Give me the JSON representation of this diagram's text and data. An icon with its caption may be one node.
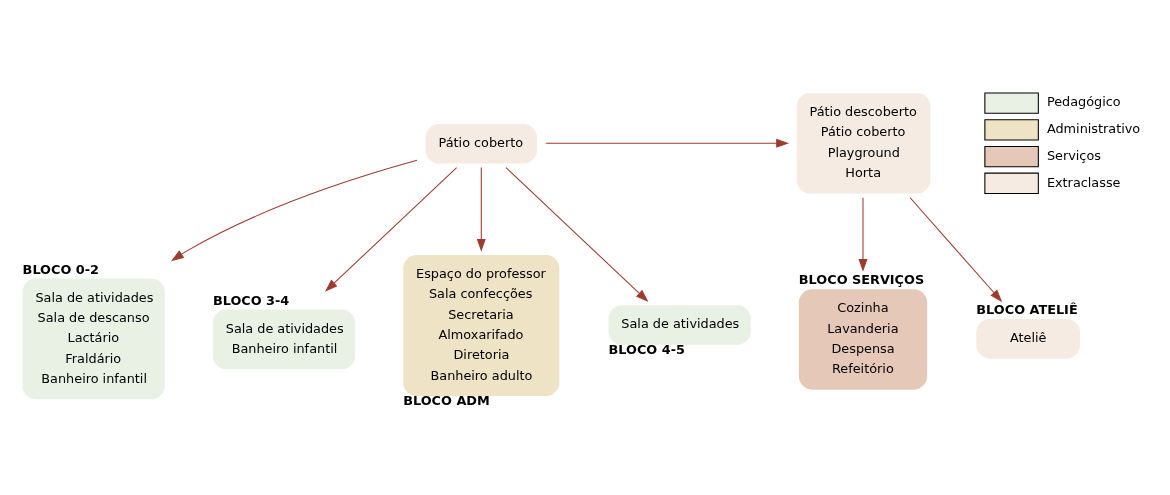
{
  "diagram": {
    "nodes": [
      {
        "text": [
          "BLOCO 0-2",
          "Sala de atividades",
          "Sala de descanso",
          "Lactário",
          "Fraldário",
          "Banheiro infantil"
        ]
      },
      {
        "text": [
          "BLOCO 3-4",
          "Sala de atividades",
          "Banheiro infantil"
        ]
      },
      {
        "text": [
          "BLOCO SERVIÇOS",
          "Cozinha",
          "Lavanderia",
          "Despensa",
          "Refeitório"
        ]
      },
      {
        "text": [
          "BLOCO ATELIÊ",
          "Ateliê"
        ]
      },
      {
        "text": [
          "Pátio coberto"
        ]
      },
      {
        "text": [
          "Pátio descoberto",
          "Pátio coberto",
          "Playground",
          "Horta"
        ]
      },
      {
        "text": [
          "Espaço do professor",
          "Sala confecções",
          "Secretaria",
          "Almoxarifado",
          "Diretoria",
          "Banheiro adulto",
          "BLOCO ADM"
        ]
      },
      {
        "text": [
          "Sala de atividades",
          "BLOCO 4-5"
        ]
      }
    ],
    "edges": [
      {
        "from": 4,
        "to": 0,
        "arrow": "to"
      },
      {
        "from": 4,
        "to": 1,
        "arrow": "to"
      },
      {
        "from": 4,
        "to": 5,
        "arrow": "to"
      },
      {
        "from": 4,
        "to": 6,
        "arrow": "to"
      },
      {
        "from": 4,
        "to": 7,
        "arrow": "to"
      },
      {
        "from": 5,
        "to": 2,
        "arrow": "to"
      },
      {
        "from": 5,
        "to": 3,
        "arrow": "to"
      }
    ],
    "legend": [
      {
        "text": "Pedagógico",
        "color": "#e8f1e4"
      },
      {
        "text": "Administrativo",
        "color": "#efe3c6"
      },
      {
        "text": "Serviços",
        "color": "#e6c8b8"
      },
      {
        "text": "Extraclasse",
        "color": "#f5ebe2"
      }
    ]
  }
}
